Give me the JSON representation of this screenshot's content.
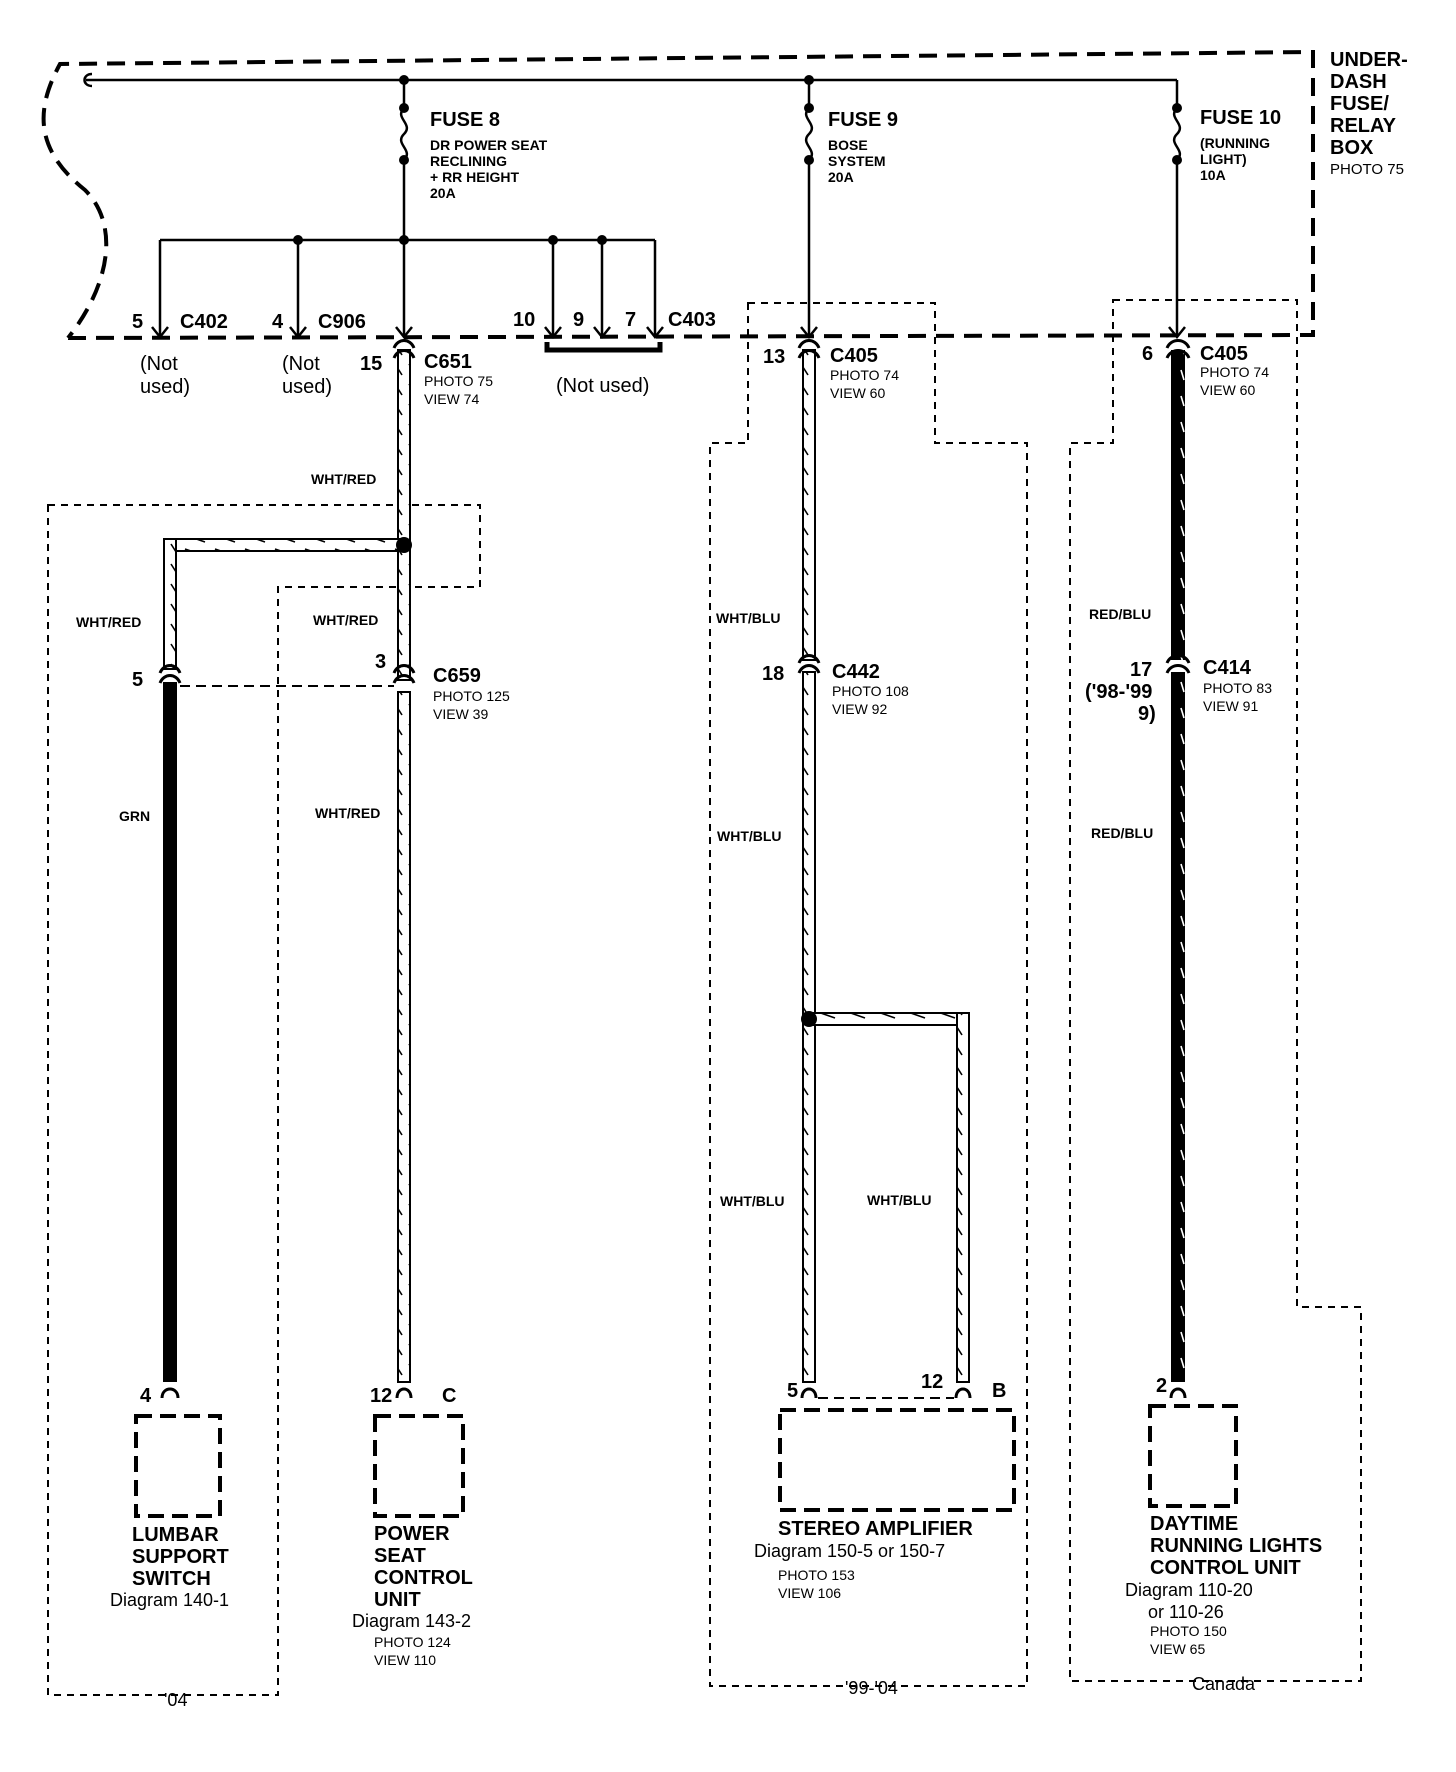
{
  "fuse_box": {
    "title_lines": [
      "UNDER-",
      "DASH",
      "FUSE/",
      "RELAY",
      "BOX"
    ],
    "photo": "PHOTO 75"
  },
  "fuses": [
    {
      "name": "FUSE 8",
      "desc_lines": [
        "DR POWER SEAT",
        "RECLINING",
        "+ RR  HEIGHT",
        "20A"
      ]
    },
    {
      "name": "FUSE 9",
      "desc_lines": [
        "BOSE",
        "SYSTEM",
        "20A"
      ]
    },
    {
      "name": "FUSE 10",
      "desc_lines": [
        "(RUNNING",
        "LIGHT)",
        "10A"
      ]
    }
  ],
  "unused_connectors": [
    {
      "pin": "5",
      "connector": "C402",
      "note_lines": [
        "(Not",
        "used)"
      ]
    },
    {
      "pin": "4",
      "connector": "C906",
      "note_lines": [
        "(Not",
        "used)"
      ]
    },
    {
      "pins": [
        "10",
        "9",
        "7"
      ],
      "connector": "C403",
      "note": "(Not used)"
    }
  ],
  "connectors": {
    "c651": {
      "pin": "15",
      "name": "C651",
      "photo": "PHOTO 75",
      "view": "VIEW 74"
    },
    "c659": {
      "pin_left": "5",
      "pin": "3",
      "name": "C659",
      "photo": "PHOTO 125",
      "view": "VIEW 39"
    },
    "c405a": {
      "pin": "13",
      "name": "C405",
      "photo": "PHOTO 74",
      "view": "VIEW 60"
    },
    "c442": {
      "pin": "18",
      "name": "C442",
      "photo": "PHOTO 108",
      "view": "VIEW 92"
    },
    "c405b": {
      "pin": "6",
      "name": "C405",
      "photo": "PHOTO 74",
      "view": "VIEW 60"
    },
    "c414": {
      "pin": "17",
      "pin_alt_lines": [
        "('98-'99",
        "9)"
      ],
      "name": "C414",
      "photo": "PHOTO 83",
      "view": "VIEW 91"
    }
  },
  "wires": {
    "wht_red": "WHT/RED",
    "grn": "GRN",
    "wht_blu": "WHT/BLU",
    "red_blu": "RED/BLU"
  },
  "components": {
    "lumbar": {
      "pin": "4",
      "name_lines": [
        "LUMBAR",
        "SUPPORT",
        "SWITCH"
      ],
      "diagram": "Diagram 140-1"
    },
    "power_seat": {
      "pin": "12",
      "conn": "C",
      "name_lines": [
        "POWER",
        "SEAT",
        "CONTROL",
        "UNIT"
      ],
      "diagram": "Diagram 143-2",
      "photo": "PHOTO 124",
      "view": "VIEW 110"
    },
    "stereo": {
      "pin_a": "5",
      "pin_b": "12",
      "conn": "B",
      "name": "STEREO AMPLIFIER",
      "diagram": "Diagram 150-5 or 150-7",
      "photo": "PHOTO 153",
      "view": "VIEW 106"
    },
    "drl": {
      "pin": "2",
      "name_lines": [
        "DAYTIME",
        "RUNNING LIGHTS",
        "CONTROL UNIT"
      ],
      "diagram_lines": [
        "Diagram 110-20",
        "or 110-26"
      ],
      "photo": "PHOTO 150",
      "view": "VIEW 65"
    }
  },
  "region_labels": {
    "y04": "'04",
    "y99_04": "'99-'04",
    "canada": "Canada"
  }
}
